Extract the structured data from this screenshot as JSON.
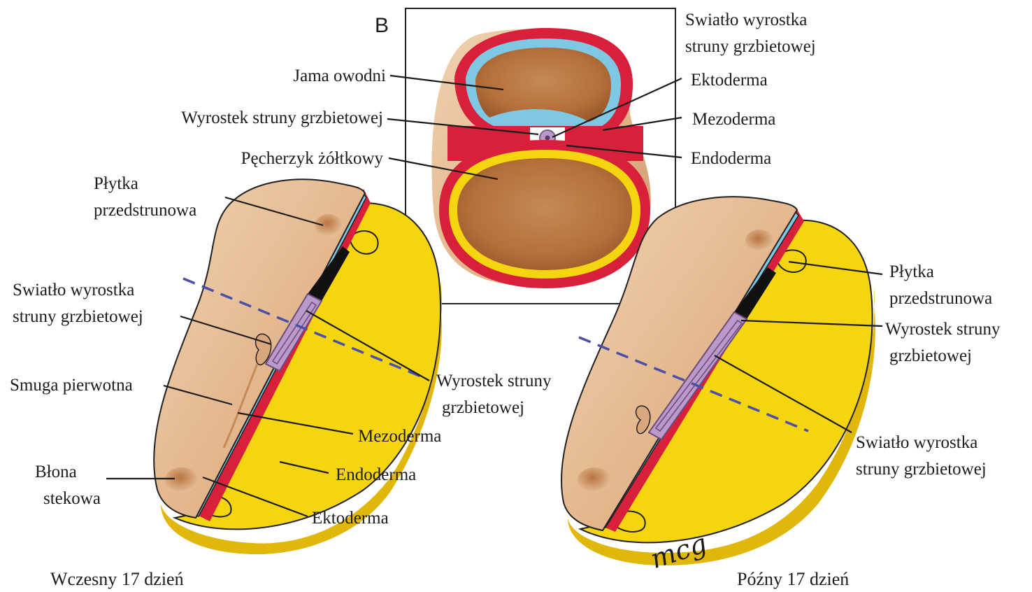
{
  "panel_letter": "B",
  "labels": {
    "cross_section": {
      "notochord_lumen": [
        "Swiatło wyrostka",
        "struny grzbietowej"
      ],
      "amniotic_cavity": "Jama owodni",
      "notochordal_process": "Wyrostek struny grzbietowej",
      "yolk_sac": "Pęcherzyk żółtkowy",
      "ectoderm": "Ektoderma",
      "mesoderm": "Mezoderma",
      "endoderm": "Endoderma"
    },
    "early": {
      "prechordal_plate": [
        "Płytka",
        "przedstrunowa"
      ],
      "notochord_lumen": [
        "Swiatło wyrostka",
        "struny grzbietowej"
      ],
      "primitive_streak": "Smuga pierwotna",
      "cloacal_membrane": [
        "Błona",
        "stekowa"
      ],
      "notochordal_process": [
        "Wyrostek struny",
        "grzbietowej"
      ],
      "mesoderm": "Mezoderma",
      "endoderm": "Endoderma",
      "ectoderm": "Ektoderma",
      "caption": "Wczesny 17 dzień"
    },
    "late": {
      "prechordal_plate": [
        "Płytka",
        "przedstrunowa"
      ],
      "notochordal_process": [
        "Wyrostek struny",
        "grzbietowej"
      ],
      "notochord_lumen": [
        "Swiatło wyrostka",
        "struny grzbietowej"
      ],
      "caption": "Późny 17 dzień"
    }
  },
  "signature": "mcg",
  "colors": {
    "ectoderm": "#7ec8e3",
    "mesoderm": "#d8203a",
    "endoderm": "#f5d50f",
    "embryo_tan": "#e4b98f",
    "cavity_brown": "#b9763f",
    "notochord": "#b99ac8",
    "section_line": "#4b4fa8"
  }
}
